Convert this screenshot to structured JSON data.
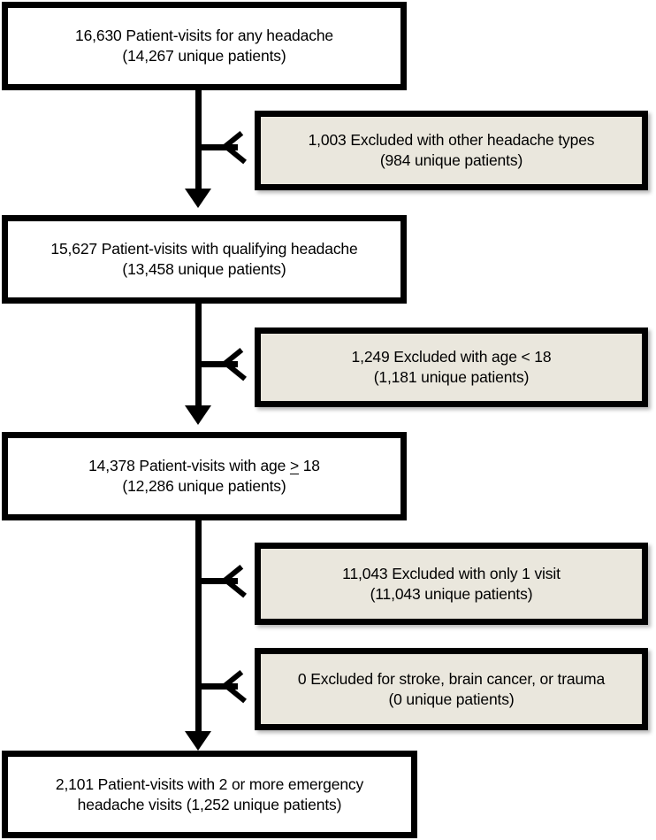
{
  "diagram": {
    "type": "flowchart",
    "title": "Patient-visit cohort selection flow diagram",
    "colors": {
      "primary_box_fill": "#ffffff",
      "excluded_box_fill": "#eae7dd",
      "border": "#000000",
      "text": "#000000"
    },
    "primary_nodes": [
      {
        "id": "n1",
        "line1": "16,630 Patient-visits for any headache",
        "line2": "(14,267 unique patients)",
        "visits": 16630,
        "unique_patients": 14267
      },
      {
        "id": "n2",
        "line1": "15,627 Patient-visits with qualifying headache",
        "line2": "(13,458 unique patients)",
        "visits": 15627,
        "unique_patients": 13458
      },
      {
        "id": "n3",
        "line1_pre": "14,378 Patient-visits with age ",
        "line1_ge": ">",
        "line1_post": " 18",
        "line2": "(12,286 unique patients)",
        "visits": 14378,
        "unique_patients": 12286
      },
      {
        "id": "n4",
        "line1": "2,101 Patient-visits with 2 or more emergency",
        "line2": "headache visits (1,252 unique patients)",
        "visits": 2101,
        "unique_patients": 1252
      }
    ],
    "excluded_nodes": [
      {
        "id": "e1",
        "line1": "1,003 Excluded with other headache types",
        "line2": "(984 unique patients)",
        "excluded_visits": 1003,
        "excluded_patients": 984
      },
      {
        "id": "e2",
        "line1": "1,249 Excluded with age < 18",
        "line2": "(1,181 unique patients)",
        "excluded_visits": 1249,
        "excluded_patients": 1181
      },
      {
        "id": "e3",
        "line1": "11,043 Excluded with only 1 visit",
        "line2": "(11,043 unique patients)",
        "excluded_visits": 11043,
        "excluded_patients": 11043
      },
      {
        "id": "e4",
        "line1": "0 Excluded for stroke, brain cancer, or trauma",
        "line2": "(0 unique patients)",
        "excluded_visits": 0,
        "excluded_patients": 0
      }
    ],
    "connectors": [
      {
        "id": "c1",
        "kind": "arrow-down",
        "from": "n1",
        "to": "n2"
      },
      {
        "id": "c2",
        "kind": "arrow-right",
        "from": "n1",
        "to": "e1"
      },
      {
        "id": "c3",
        "kind": "arrow-down",
        "from": "n2",
        "to": "n3"
      },
      {
        "id": "c4",
        "kind": "arrow-right",
        "from": "n2",
        "to": "e2"
      },
      {
        "id": "c5",
        "kind": "arrow-down",
        "from": "n3",
        "to": "n4"
      },
      {
        "id": "c6",
        "kind": "arrow-right",
        "from": "n3",
        "to": "e3"
      },
      {
        "id": "c7",
        "kind": "arrow-right",
        "from": "n3",
        "to": "e4"
      }
    ]
  }
}
